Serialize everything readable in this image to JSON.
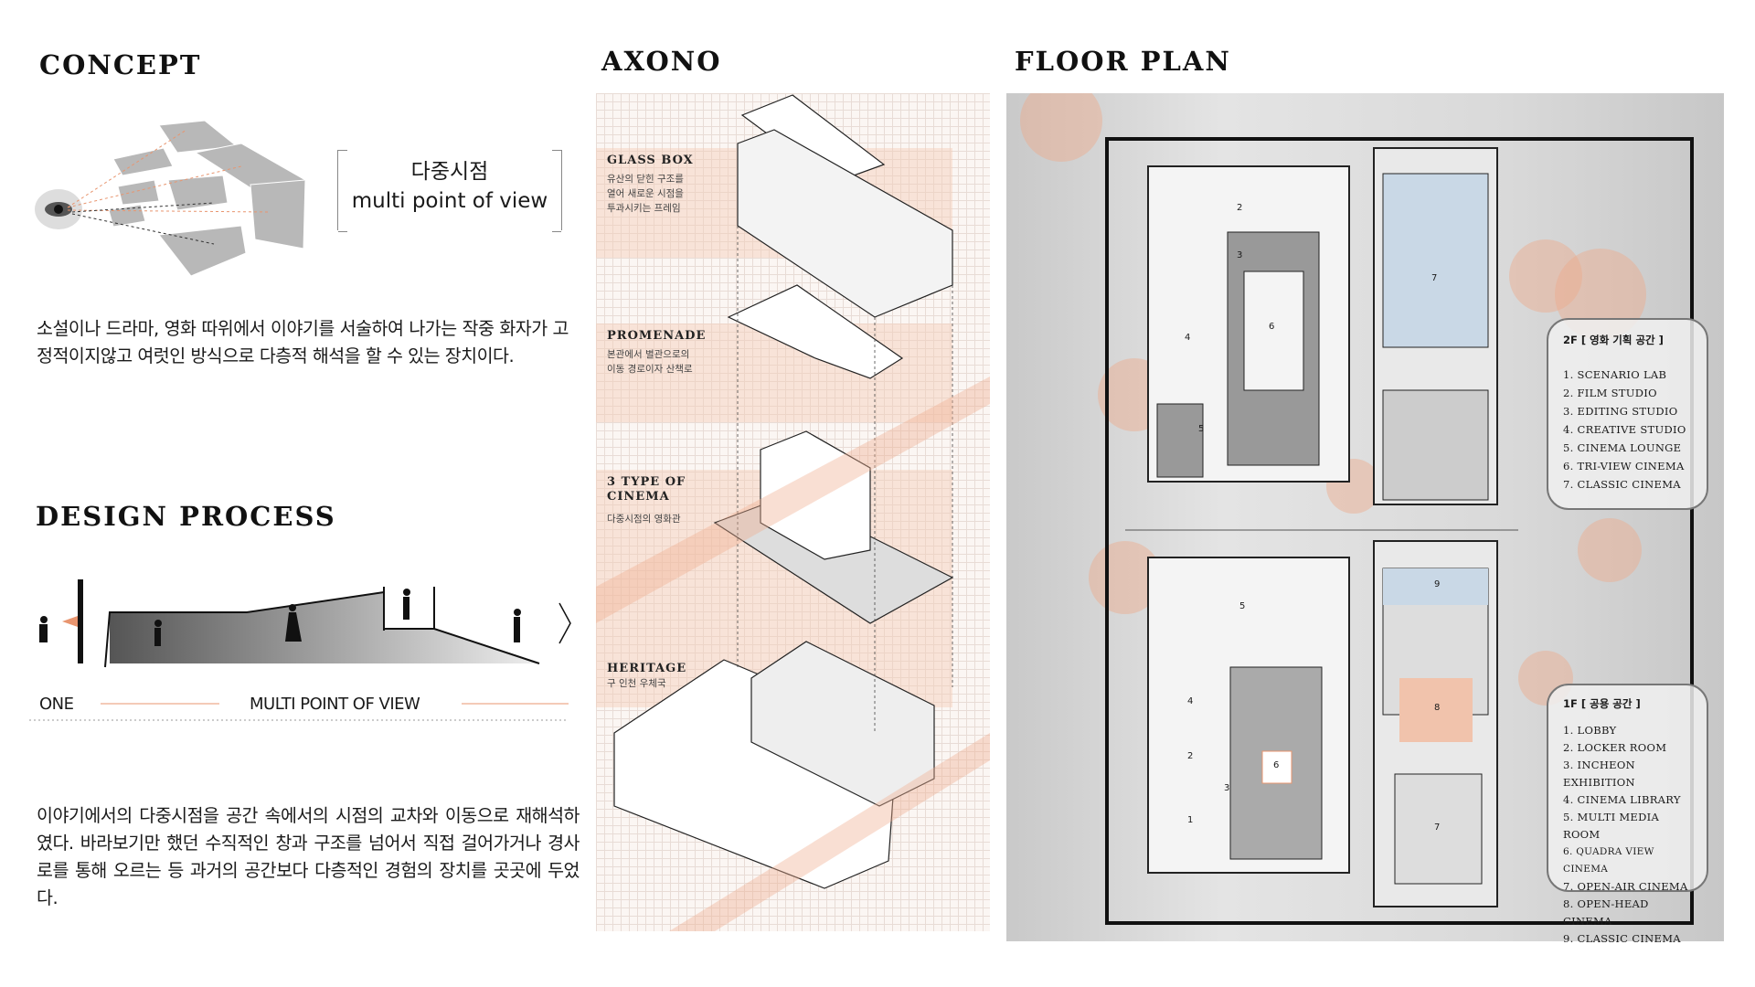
{
  "concept": {
    "title": "CONCEPT",
    "bracket_ko": "다중시점",
    "bracket_en": "multi point of view",
    "paragraph": "소설이나 드라마, 영화 따위에서 이야기를 서술하여 나가는 작중 화자가 고정적이지않고 여럿인 방식으로 다층적 해석을 할 수 있는 장치이다."
  },
  "design_process": {
    "title": "DESIGN PROCESS",
    "label_one": "ONE",
    "label_multi": "MULTI POINT OF VIEW",
    "paragraph": "이야기에서의 다중시점을 공간 속에서의 시점의 교차와 이동으로 재해석하였다. 바라보기만 했던 수직적인 창과 구조를 넘어서 직접 걸어가거나 경사로를 통해 오르는 등 과거의 공간보다 다층적인 경험의 장치를 곳곳에 두었다."
  },
  "axono": {
    "title": "AXONO",
    "layers": [
      {
        "label": "GLASS BOX",
        "desc": [
          "유산의 닫힌 구조를",
          "열어 새로운 시점을",
          "투과시키는 프레임"
        ]
      },
      {
        "label": "PROMENADE",
        "desc": [
          "본관에서 별관으로의",
          "이동 경로이자 산책로"
        ]
      },
      {
        "label": "3 TYPE OF CINEMA",
        "desc": [
          "다중시점의 영화관"
        ]
      },
      {
        "label": "HERITAGE",
        "desc": [
          "구 인천 우체국"
        ]
      }
    ]
  },
  "floor_plan": {
    "title": "FLOOR PLAN",
    "legend_2f": {
      "title": "2F [ 영화 기획 공간 ]",
      "items": [
        "1.  SCENARIO LAB",
        "2.  FILM STUDIO",
        "3.  EDITING STUDIO",
        "4.  CREATIVE STUDIO",
        "5.  CINEMA LOUNGE",
        "6.  TRI-VIEW CINEMA",
        "7.  CLASSIC CINEMA"
      ]
    },
    "legend_1f": {
      "title": "1F [ 공용 공간 ]",
      "items": [
        "1.  LOBBY",
        "2.  LOCKER ROOM",
        "3.  INCHEON EXHIBITION",
        "4.  CINEMA LIBRARY",
        "5.  MULTI MEDIA ROOM",
        "6.  QUADRA VIEW CINEMA",
        "7.  OPEN-AIR CINEMA",
        "8.  OPEN-HEAD CINEMA",
        "9.  CLASSIC CINEMA"
      ]
    },
    "room_numbers_2f": [
      "2",
      "3",
      "4",
      "5",
      "6",
      "7"
    ],
    "room_numbers_1f": [
      "1",
      "2",
      "3",
      "4",
      "5",
      "6",
      "7",
      "8",
      "9"
    ]
  },
  "colors": {
    "accent": "#e8956f",
    "band": "#f4cdb9",
    "plan_bg": "#d8d8d8"
  }
}
